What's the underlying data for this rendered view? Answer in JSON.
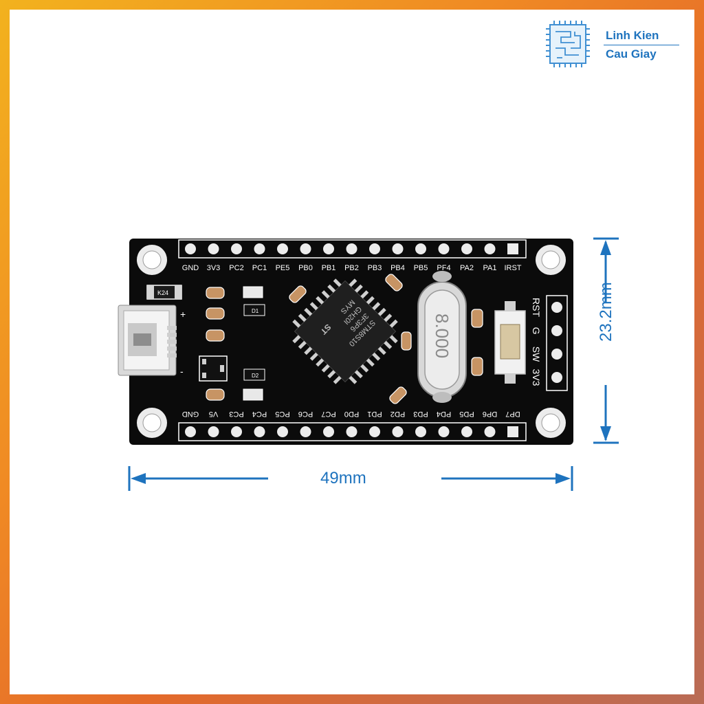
{
  "brand": {
    "line1": "Linh Kien",
    "line2": "Cau Giay"
  },
  "dimensions": {
    "width": "49mm",
    "height": "23.2mm"
  },
  "board": {
    "top_pins": [
      "GND",
      "3V3",
      "PC2",
      "PC1",
      "PE5",
      "PB0",
      "PB1",
      "PB2",
      "PB3",
      "PB4",
      "PB5",
      "PF4",
      "PA2",
      "PA1",
      "IRST"
    ],
    "bottom_pins": [
      "GND",
      "V5",
      "PC3",
      "PC4",
      "PC5",
      "PC6",
      "PC7",
      "PD0",
      "PD1",
      "PD2",
      "PD3",
      "PD4",
      "PD5",
      "DP6",
      "DP7"
    ],
    "swim_pins": [
      "RST",
      "G",
      "SW",
      "3V3"
    ],
    "chip_lines": [
      "STM8S10",
      "3F3P6",
      "GH20I",
      "MYS",
      "ST"
    ],
    "crystal_label": "8.000",
    "regulator_label": "K24",
    "plus_label": "+",
    "minus_label": "-",
    "led_labels": [
      "D1",
      "D2"
    ]
  }
}
